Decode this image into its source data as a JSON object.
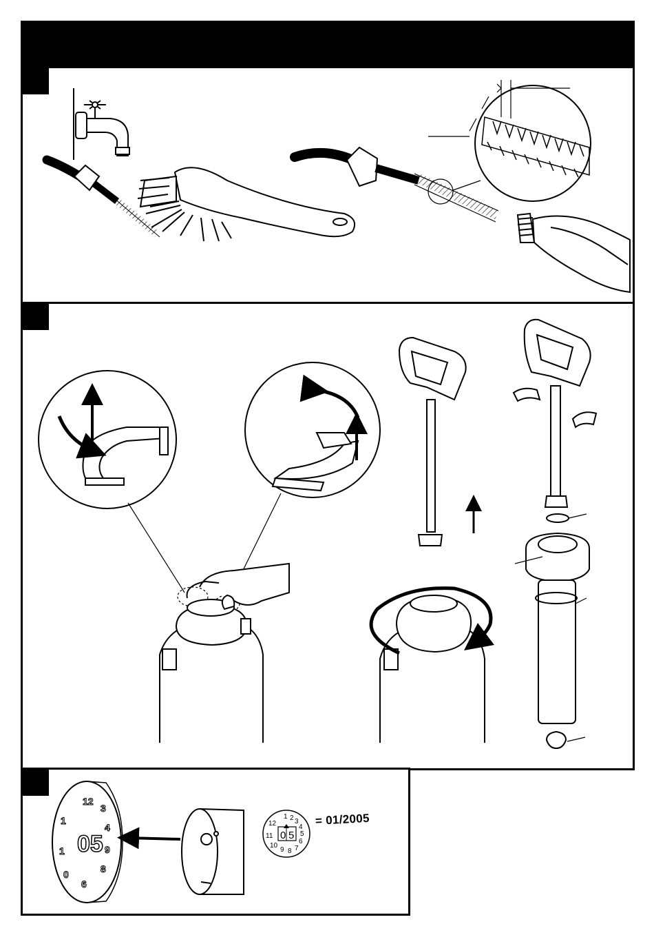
{
  "date_code": {
    "text": "= 01/2005",
    "dial_month_numbers": [
      "1",
      "2",
      "3",
      "4",
      "5",
      "6",
      "7",
      "8",
      "9",
      "10",
      "11",
      "12"
    ],
    "dial_year_digits": [
      "0",
      "5"
    ]
  },
  "steps": [
    {
      "id": "clean-nozzle-filter"
    },
    {
      "id": "remove-pump-assembly"
    },
    {
      "id": "read-date-code"
    }
  ]
}
